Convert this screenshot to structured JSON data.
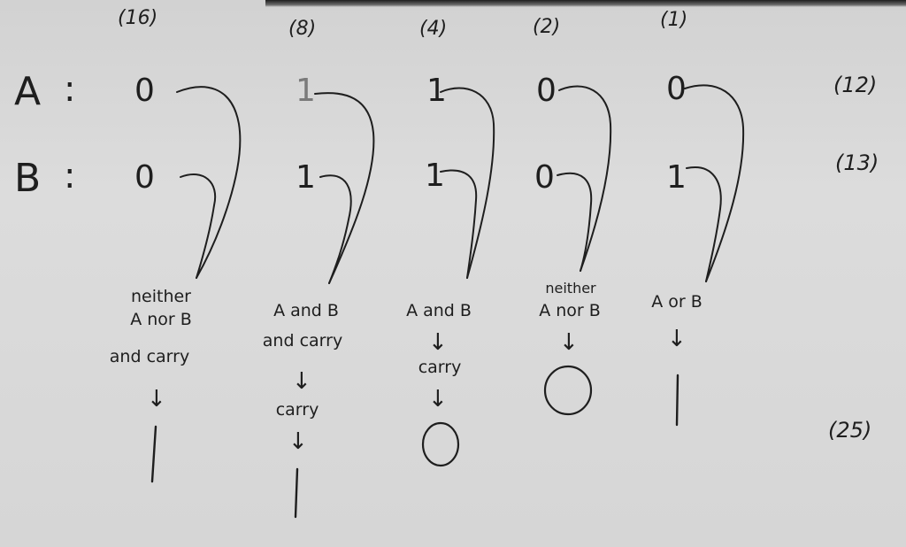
{
  "place_values": [
    "(16)",
    "(8)",
    "(4)",
    "(2)",
    "(1)"
  ],
  "rows": {
    "a": {
      "label": "A",
      "colon": ":",
      "bits": [
        "0",
        "1",
        "1",
        "0",
        "0"
      ],
      "decimal": "(12)"
    },
    "b": {
      "label": "B",
      "colon": ":",
      "bits": [
        "0",
        "1",
        "1",
        "0",
        "1"
      ],
      "decimal": "(13)"
    }
  },
  "columns": [
    {
      "lines": [
        "neither",
        "A nor B",
        "and carry"
      ],
      "result_arrows": [
        "↓"
      ],
      "mid": [],
      "result": "1"
    },
    {
      "lines": [
        "A and B",
        "and carry"
      ],
      "result_arrows": [
        "↓",
        "↓"
      ],
      "mid": [
        "carry"
      ],
      "result": "1"
    },
    {
      "lines": [
        "A and B"
      ],
      "result_arrows": [
        "↓",
        "↓"
      ],
      "mid": [
        "carry"
      ],
      "result": "0"
    },
    {
      "lines": [
        "neither",
        "A nor B"
      ],
      "result_arrows": [
        "↓"
      ],
      "mid": [],
      "result": "0"
    },
    {
      "lines": [
        "A or B"
      ],
      "result_arrows": [
        "↓"
      ],
      "mid": [],
      "result": "1"
    }
  ],
  "sum_decimal": "(25)",
  "colors": {
    "ink": "#1e1e1e",
    "paper": "#d8d8d8"
  }
}
